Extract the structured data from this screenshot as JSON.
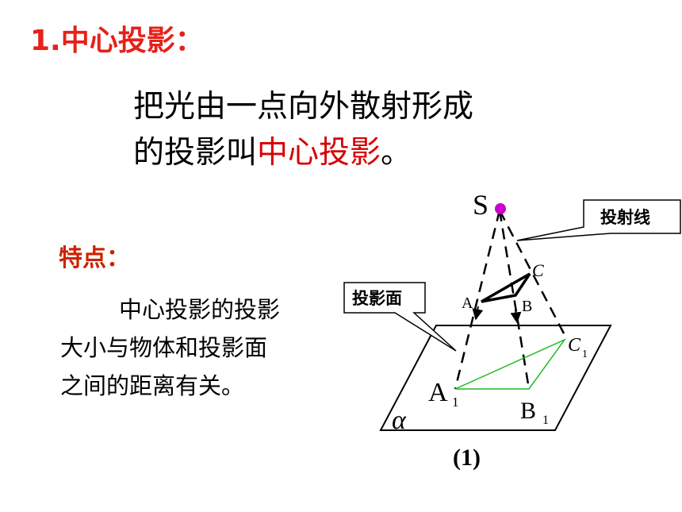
{
  "title": "1.中心投影：",
  "definition": {
    "line1": "把光由一点向外散射形成",
    "line2_prefix": "的投影叫",
    "line2_term": "中心投影",
    "line2_suffix": "。"
  },
  "features": {
    "heading": "特点：",
    "line1": "中心投影的投影",
    "line2": "大小与物体和投影面",
    "line3": "之间的距离有关。"
  },
  "diagram": {
    "source_point": "S",
    "callout_rays": "投射线",
    "callout_plane": "投影面",
    "plane_label": "α",
    "figure_number": "(1)",
    "points": {
      "A": "A",
      "B": "B",
      "C": "C",
      "A1": "A",
      "A1_sub": "1",
      "B1": "B",
      "B1_sub": "1",
      "C1": "C",
      "C1_sub": "1"
    },
    "colors": {
      "source": "#cc00cc",
      "projection_triangle": "#22bb22",
      "title": "#e8201a",
      "term": "#d80000"
    }
  }
}
